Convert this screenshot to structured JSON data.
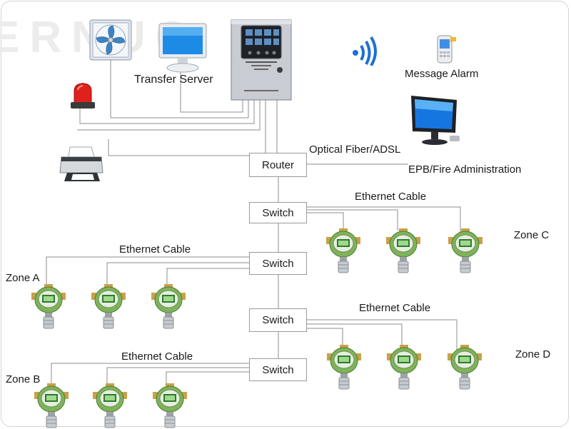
{
  "watermark": "ERNUO",
  "labels": {
    "transfer_server": "Transfer Server",
    "message_alarm": "Message Alarm",
    "optical_fiber": "Optical  Fiber/ADSL",
    "epb": "EPB/Fire Administration",
    "ethernet_1": "Ethernet Cable",
    "ethernet_2": "Ethernet Cable",
    "ethernet_3": "Ethernet Cable",
    "ethernet_4": "Ethernet Cable",
    "zone_a": "Zone A",
    "zone_b": "Zone B",
    "zone_c": "Zone C",
    "zone_d": "Zone D"
  },
  "boxes": {
    "router": "Router",
    "switch_1": "Switch",
    "switch_2": "Switch",
    "switch_3": "Switch",
    "switch_4": "Switch"
  },
  "colors": {
    "line": "#8c8c8c",
    "detector_body": "#7fb35a",
    "detector_screen": "#2f7a2f",
    "panel_body": "#c9ccd2",
    "monitor_screen": "#1676e0"
  },
  "icons": [
    "fan-icon",
    "monitor-icon",
    "alarm-light-icon",
    "printer-icon",
    "control-panel-icon",
    "wireless-signal-icon",
    "mobile-phone-icon",
    "desktop-computer-icon",
    "gas-detector-icon"
  ]
}
